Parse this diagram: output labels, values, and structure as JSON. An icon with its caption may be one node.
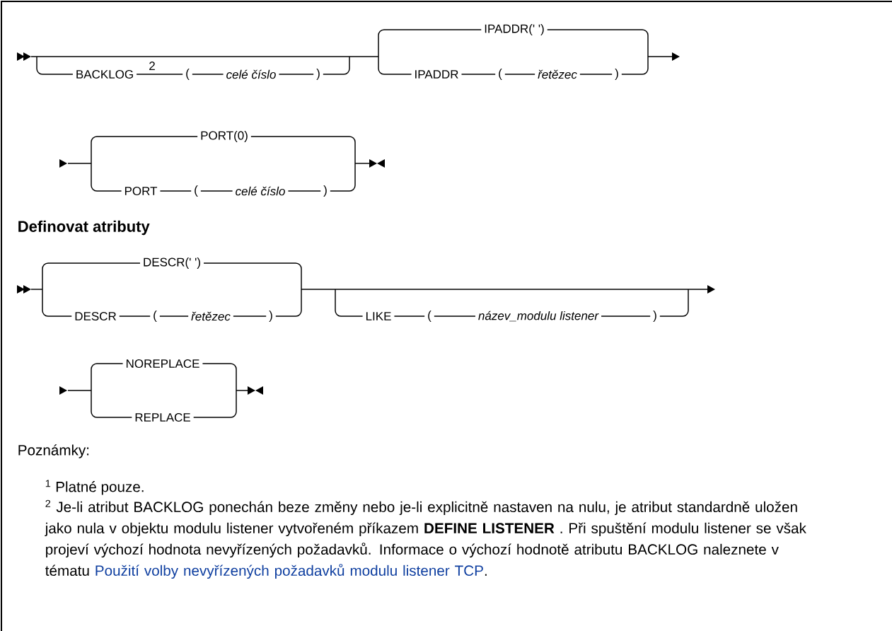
{
  "diagram": {
    "labels": [
      "IPADDR(' ')",
      "BACKLOG",
      "2",
      "(",
      "celé číslo",
      ")",
      "IPADDR",
      "(",
      "řetězec",
      ")",
      "PORT(0)",
      "PORT",
      "(",
      "celé číslo",
      ")",
      "Definovat atributy",
      "DESCR(' ')",
      "DESCR",
      "(",
      "řetězec",
      ")",
      "LIKE",
      "(",
      "název_modulu listener",
      ")",
      "NOREPLACE",
      "REPLACE",
      "Poznámky:",
      "$^{1}$ Platné pouze.",
      "$^{2}$ Je-li atribut BACKLOG ponechán beze změny nebo je-li explicitně nastaven na nulu, je atribut standardně uložen jako nula v objektu modulu listener vytvořeném příkazem **DEFINE LISTENER** . Při spuštění modulu listener se však projeví výchozí hodnota nevyřízených požadavků. Informace o výchozí hodnotě atributu BACKLOG naleznete v tématu",
      "Použití volby nevyřízených požadavků modulu listener TCP",
      "."
    ]
  }
}
